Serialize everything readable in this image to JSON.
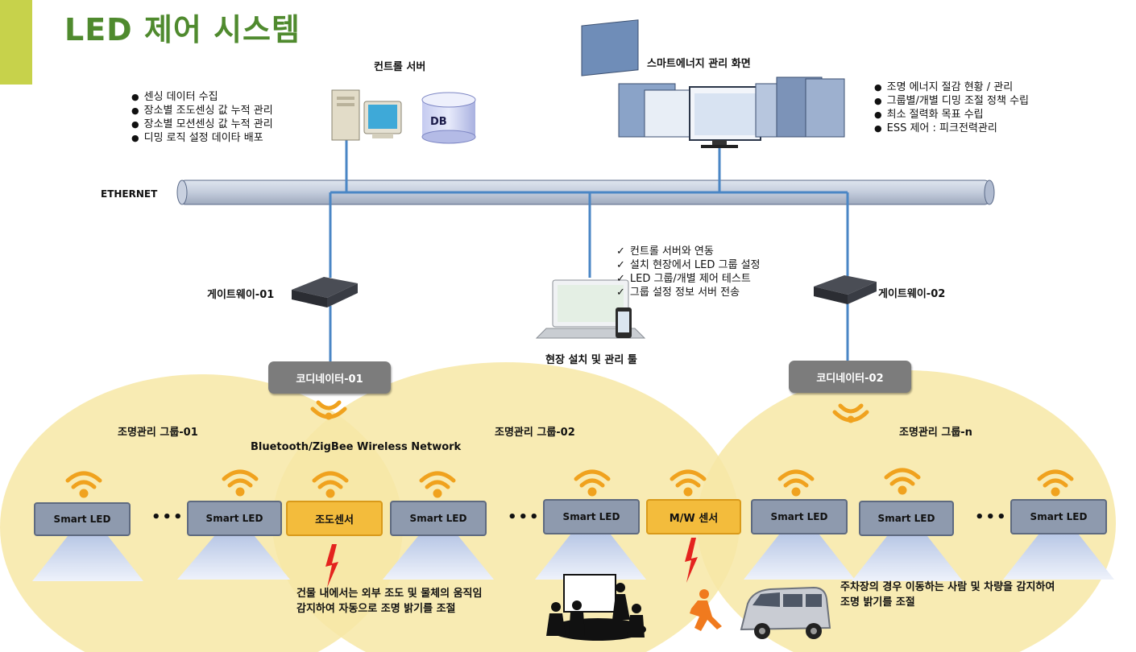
{
  "title": "LED 제어 시스템",
  "control_server": {
    "label": "컨트롤 서버",
    "db_label": "DB",
    "bullets": [
      "센싱 데이터 수집",
      "장소별 조도센싱 값 누적 관리",
      "장소별 모션센싱 값 누적 관리",
      "디밍 로직 설정 데이타 배포"
    ]
  },
  "smart_energy": {
    "label": "스마트에너지 관리 화면",
    "bullets": [
      "조명 에너지 절감 현황 / 관리",
      "그룹별/개별 디밍 조절 정책 수립",
      "최소 절력화 목표 수립",
      "ESS 제어 : 피크전력관리"
    ]
  },
  "ethernet_label": "ETHERNET",
  "field_tool": {
    "label": "현장 설치 및 관리 툴",
    "checks": [
      "컨트롤 서버와 연동",
      "설치 현장에서 LED 그룹 설정",
      "LED 그룹/개별 제어 테스트",
      "그룹 설정 정보 서버 전송"
    ]
  },
  "gateway_1": "게이트웨이-01",
  "gateway_2": "게이트웨이-02",
  "coordinator_1": "코디네이터-01",
  "coordinator_2": "코디네이터-02",
  "group_1": "조명관리 그룹-01",
  "group_2": "조명관리 그룹-02",
  "group_n": "조명관리 그룹-n",
  "wireless_network": "Bluetooth/ZigBee Wireless Network",
  "smart_led": "Smart LED",
  "ellipsis": "•••",
  "light_sensor": "조도센서",
  "mw_sensor": "M/W 센서",
  "note_left": [
    "건물 내에서는 외부 조도 및 물체의 움직임",
    "감지하여 자동으로 조명 밝기를 조절"
  ],
  "note_right": [
    "주차장의 경우 이동하는 사람 및 차량을 감지하여",
    "조명 밝기를 조절"
  ],
  "colors": {
    "title": "#4f8a2e",
    "accent": "#c7d24b",
    "group_zone": "#f7e8a6",
    "led": "#8e9aae",
    "sensor": "#f3bc3c",
    "node": "#7c7c7c",
    "link": "#4a86c5",
    "wifi": "#f0a21e",
    "lightning": "#e4231e"
  }
}
